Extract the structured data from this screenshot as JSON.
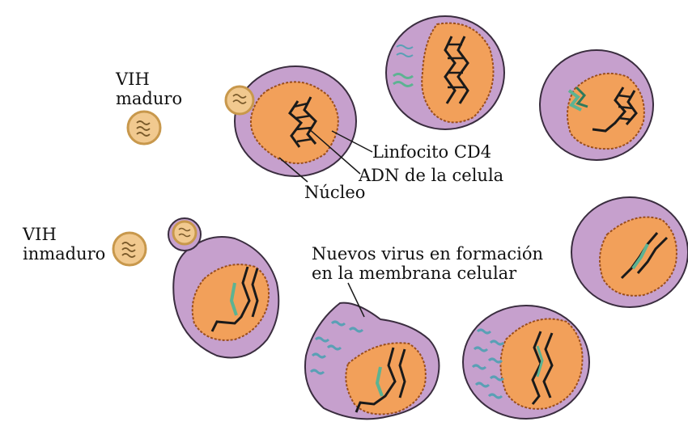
{
  "labels": {
    "vih_maduro_1": "VIH",
    "vih_maduro_2": "maduro",
    "vih_inmaduro_1": "VIH",
    "vih_inmaduro_2": "inmaduro",
    "linfocito": "Linfocito CD4",
    "adn": "ADN de la celula",
    "nucleo": "Núcleo",
    "nuevos_1": "Nuevos virus en formación",
    "nuevos_2": "en la membrana celular"
  },
  "colors": {
    "cell": "#c6a0cd",
    "cell_border": "#3a2d3f",
    "nucleus": "#f2a05a",
    "virus_fill": "#f1c98f",
    "virus_ring": "#c8984c",
    "dna": "#1a1a1a",
    "dna_viral": "#5db392",
    "virus_fragment": "#5aa0b5"
  }
}
